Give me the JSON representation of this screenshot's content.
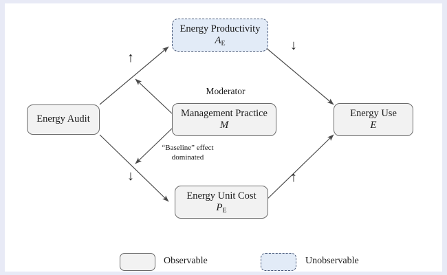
{
  "figure": {
    "background_color": "#ffffff",
    "page_border_color": "#e8eaf6",
    "observable_fill": "#f2f2f2",
    "observable_stroke": "#6b6b6b",
    "unobservable_fill": "#e2ebf7",
    "unobservable_stroke": "#4a5a7a",
    "edge_color": "#4a4a4a"
  },
  "nodes": {
    "energy_audit": {
      "title": "Energy Audit",
      "symbol": "",
      "symbol_sub": "",
      "kind": "observable"
    },
    "energy_productivity": {
      "title": "Energy Productivity",
      "symbol": "A",
      "symbol_sub": "E",
      "kind": "unobservable"
    },
    "management_practice": {
      "title": "Management Practice",
      "symbol": "M",
      "symbol_sub": "",
      "kind": "observable"
    },
    "energy_unit_cost": {
      "title": "Energy Unit Cost",
      "symbol": "P",
      "symbol_sub": "E",
      "kind": "observable"
    },
    "energy_use": {
      "title": "Energy Use",
      "symbol": "E",
      "symbol_sub": "",
      "kind": "observable"
    }
  },
  "captions": {
    "moderator": "Moderator",
    "baseline_effect_line1": "“Baseline” effect",
    "baseline_effect_line2": "dominated"
  },
  "sign_markers": {
    "audit_to_productivity": "↑",
    "audit_to_unit_cost": "↓",
    "productivity_to_use": "↓",
    "unit_cost_to_use": "↑"
  },
  "legend": {
    "observable_label": "Observable",
    "unobservable_label": "Unobservable"
  }
}
